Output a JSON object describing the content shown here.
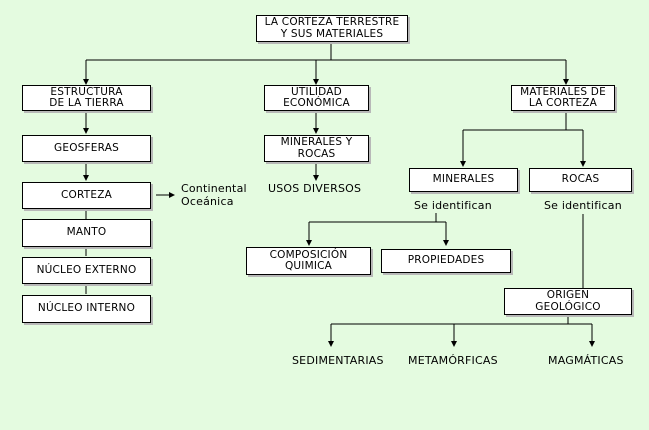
{
  "root": {
    "line1": "LA CORTEZA TERRESTRE",
    "line2": "Y SUS MATERIALES"
  },
  "estructura": {
    "line1": "ESTRUCTURA",
    "line2": "DE LA TIERRA",
    "geosferas": "GEOSFERAS",
    "corteza": "CORTEZA",
    "corteza_types": [
      "Continental",
      "Oceánica"
    ],
    "manto": "MANTO",
    "nucleo_externo": "NÚCLEO EXTERNO",
    "nucleo_interno": "NÚCLEO INTERNO"
  },
  "utilidad": {
    "line1": "UTILIDAD",
    "line2": "ECONÓMICA",
    "minerales_rocas_line1": "MINERALES Y",
    "minerales_rocas_line2": "ROCAS",
    "usos": "USOS DIVERSOS"
  },
  "materiales": {
    "line1": "MATERIALES DE",
    "line2": "LA CORTEZA",
    "minerales": "MINERALES",
    "rocas": "ROCAS",
    "se_identifican_minerales": "Se identifican",
    "se_identifican_rocas": "Se identifican",
    "composicion_line1": "COMPOSICIÓN",
    "composicion_line2": "QUIMICA",
    "propiedades": "PROPIEDADES",
    "origen_line1": "ORIGEN",
    "origen_line2": "GEOLÓGICO",
    "rock_types": [
      "SEDIMENTARIAS",
      "METAMÓRFICAS",
      "MAGMÁTICAS"
    ]
  },
  "colors": {
    "background": "#e4fbe0",
    "box": "#ffffff",
    "line": "#000000",
    "shadow": "#b8b8b8"
  }
}
